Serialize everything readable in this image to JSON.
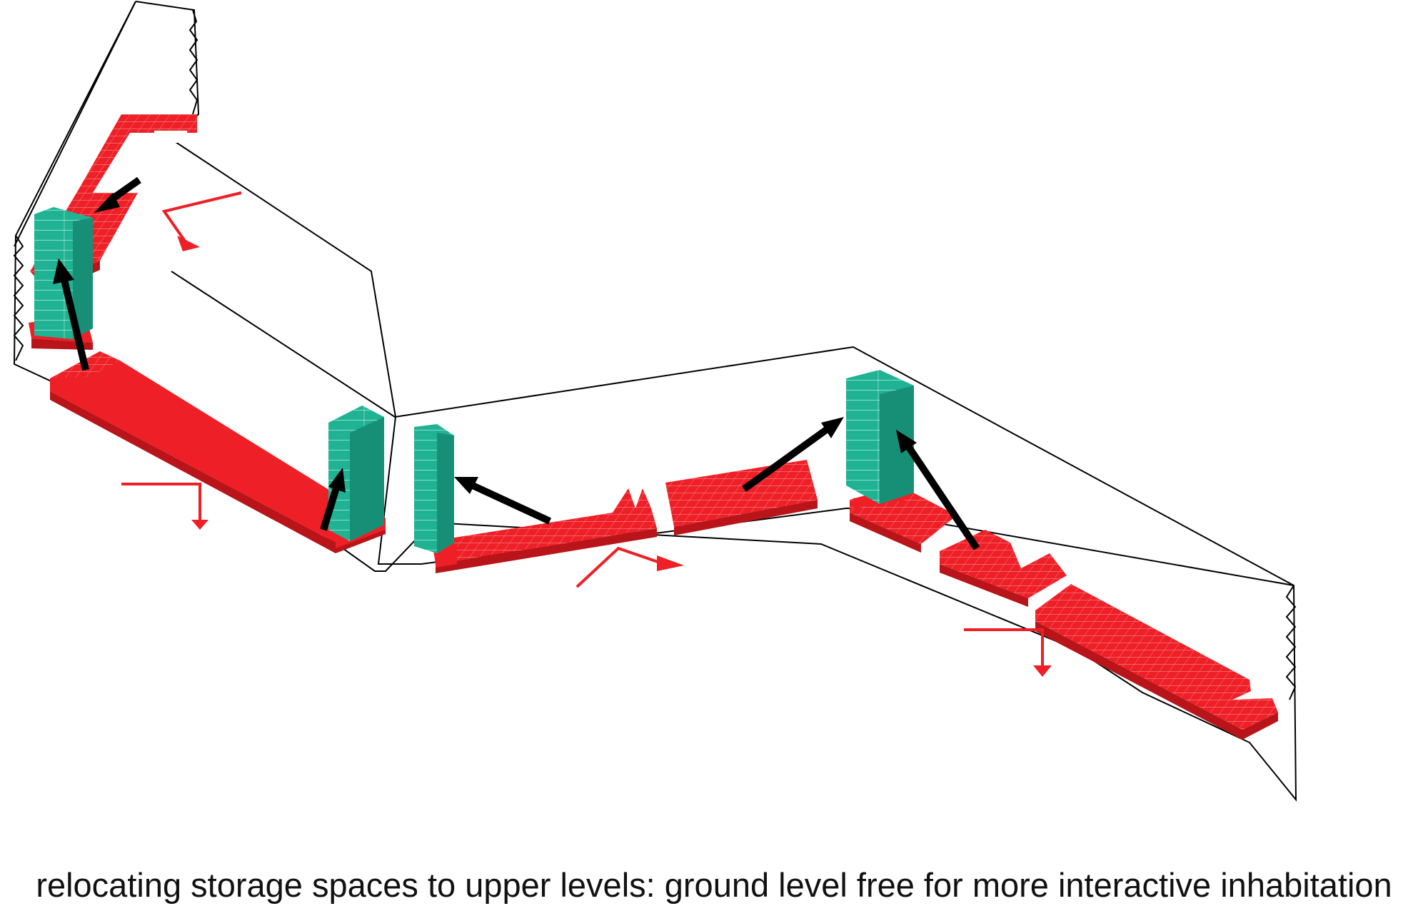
{
  "diagram": {
    "caption": "relocating storage spaces to upper levels: ground level free for more interactive inhabitation",
    "colors": {
      "storage_ground": "#ee1f26",
      "storage_upper": "#1fb393",
      "relocation_arrow": "#000000",
      "section_marker": "#ee1f26",
      "site_outline": "#000000"
    },
    "elements": {
      "storage_block_count": 11,
      "upper_storage_tower_count": 4,
      "relocation_arrow_count": 6,
      "section_marker_count": 4
    }
  }
}
